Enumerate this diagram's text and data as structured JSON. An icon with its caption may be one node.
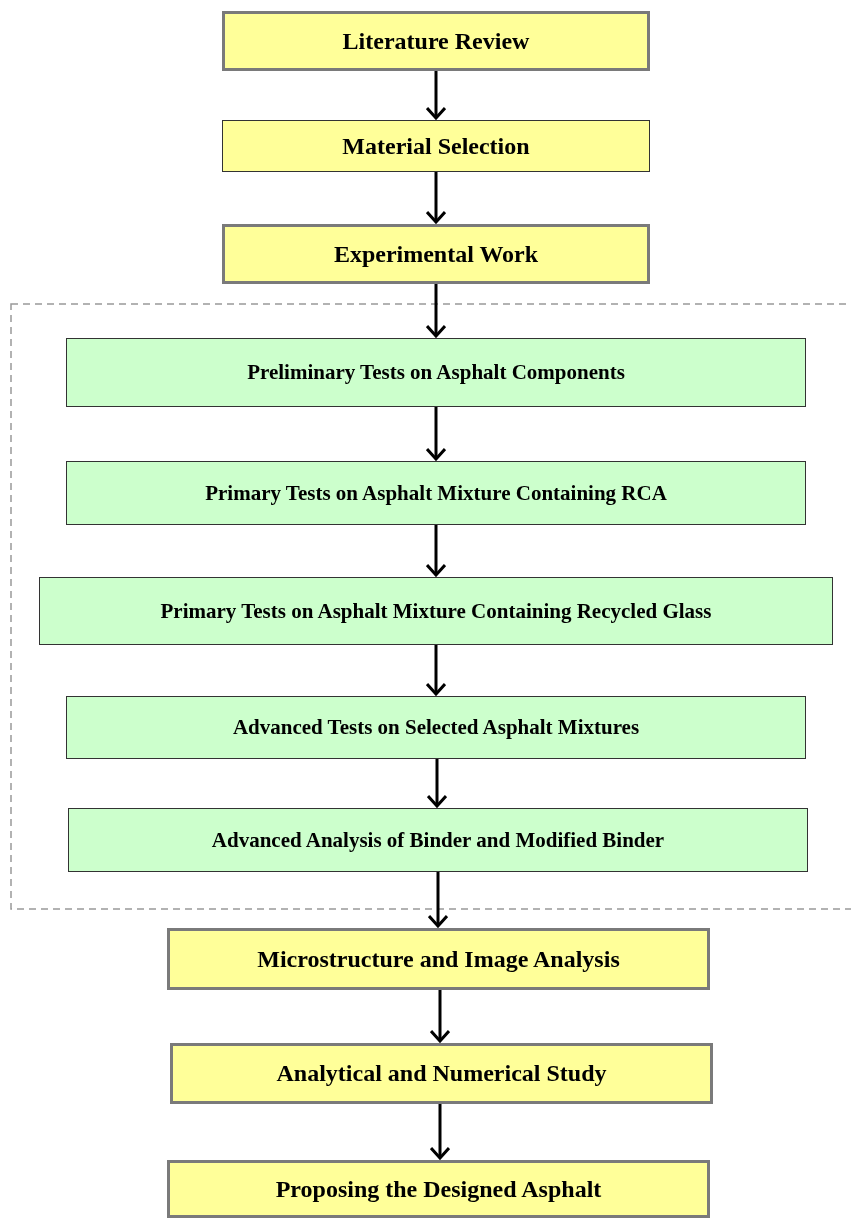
{
  "diagram": {
    "nodes": [
      {
        "text": [
          "Literature Review"
        ]
      },
      {
        "text": [
          "Material Selection"
        ]
      },
      {
        "text": [
          "Experimental Work"
        ]
      },
      {
        "text": [
          "Preliminary Tests on Asphalt Components"
        ]
      },
      {
        "text": [
          "Primary Tests on Asphalt Mixture Containing RCA"
        ]
      },
      {
        "text": [
          "Primary Tests on Asphalt Mixture Containing Recycled Glass"
        ]
      },
      {
        "text": [
          "Advanced Tests on Selected Asphalt Mixtures"
        ]
      },
      {
        "text": [
          "Advanced Analysis of Binder and Modified Binder"
        ]
      },
      {
        "text": [
          "Microstructure and Image Analysis"
        ]
      },
      {
        "text": [
          "Analytical and Numerical Study"
        ]
      },
      {
        "text": [
          "Proposing the Designed Asphalt"
        ]
      }
    ],
    "edges": [
      {
        "from": 0,
        "to": 1,
        "arrow": "to"
      },
      {
        "from": 1,
        "to": 2,
        "arrow": "to"
      },
      {
        "from": 2,
        "to": 3,
        "arrow": "to"
      },
      {
        "from": 3,
        "to": 4,
        "arrow": "to"
      },
      {
        "from": 4,
        "to": 5,
        "arrow": "to"
      },
      {
        "from": 5,
        "to": 6,
        "arrow": "to"
      },
      {
        "from": 6,
        "to": 7,
        "arrow": "to"
      },
      {
        "from": 7,
        "to": 8,
        "arrow": "to"
      },
      {
        "from": 8,
        "to": 9,
        "arrow": "to"
      },
      {
        "from": 9,
        "to": 10,
        "arrow": "to"
      }
    ]
  }
}
